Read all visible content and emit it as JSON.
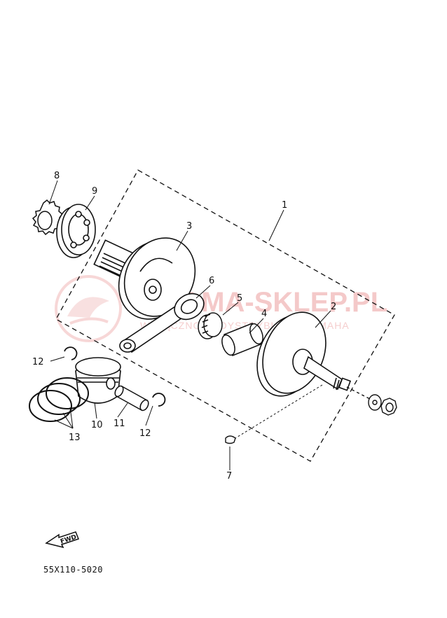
{
  "diagram": {
    "drawing_code": "55X110-5020",
    "fwd_label": "FWD",
    "watermark": {
      "brand": "MAMA-SKLEP.PL",
      "subtitle": "WYŁĄCZNOŚĆ DYSTRYBUTOR YAMAHA"
    },
    "callouts": [
      {
        "id": "1",
        "label": "1"
      },
      {
        "id": "2",
        "label": "2"
      },
      {
        "id": "3",
        "label": "3"
      },
      {
        "id": "4",
        "label": "4"
      },
      {
        "id": "5",
        "label": "5"
      },
      {
        "id": "6",
        "label": "6"
      },
      {
        "id": "7",
        "label": "7"
      },
      {
        "id": "8",
        "label": "8"
      },
      {
        "id": "9",
        "label": "9"
      },
      {
        "id": "10",
        "label": "10"
      },
      {
        "id": "11",
        "label": "11"
      },
      {
        "id": "12a",
        "label": "12"
      },
      {
        "id": "12b",
        "label": "12"
      },
      {
        "id": "13",
        "label": "13"
      }
    ],
    "colors": {
      "line": "#111111",
      "watermark": "#f1b7b7"
    }
  }
}
